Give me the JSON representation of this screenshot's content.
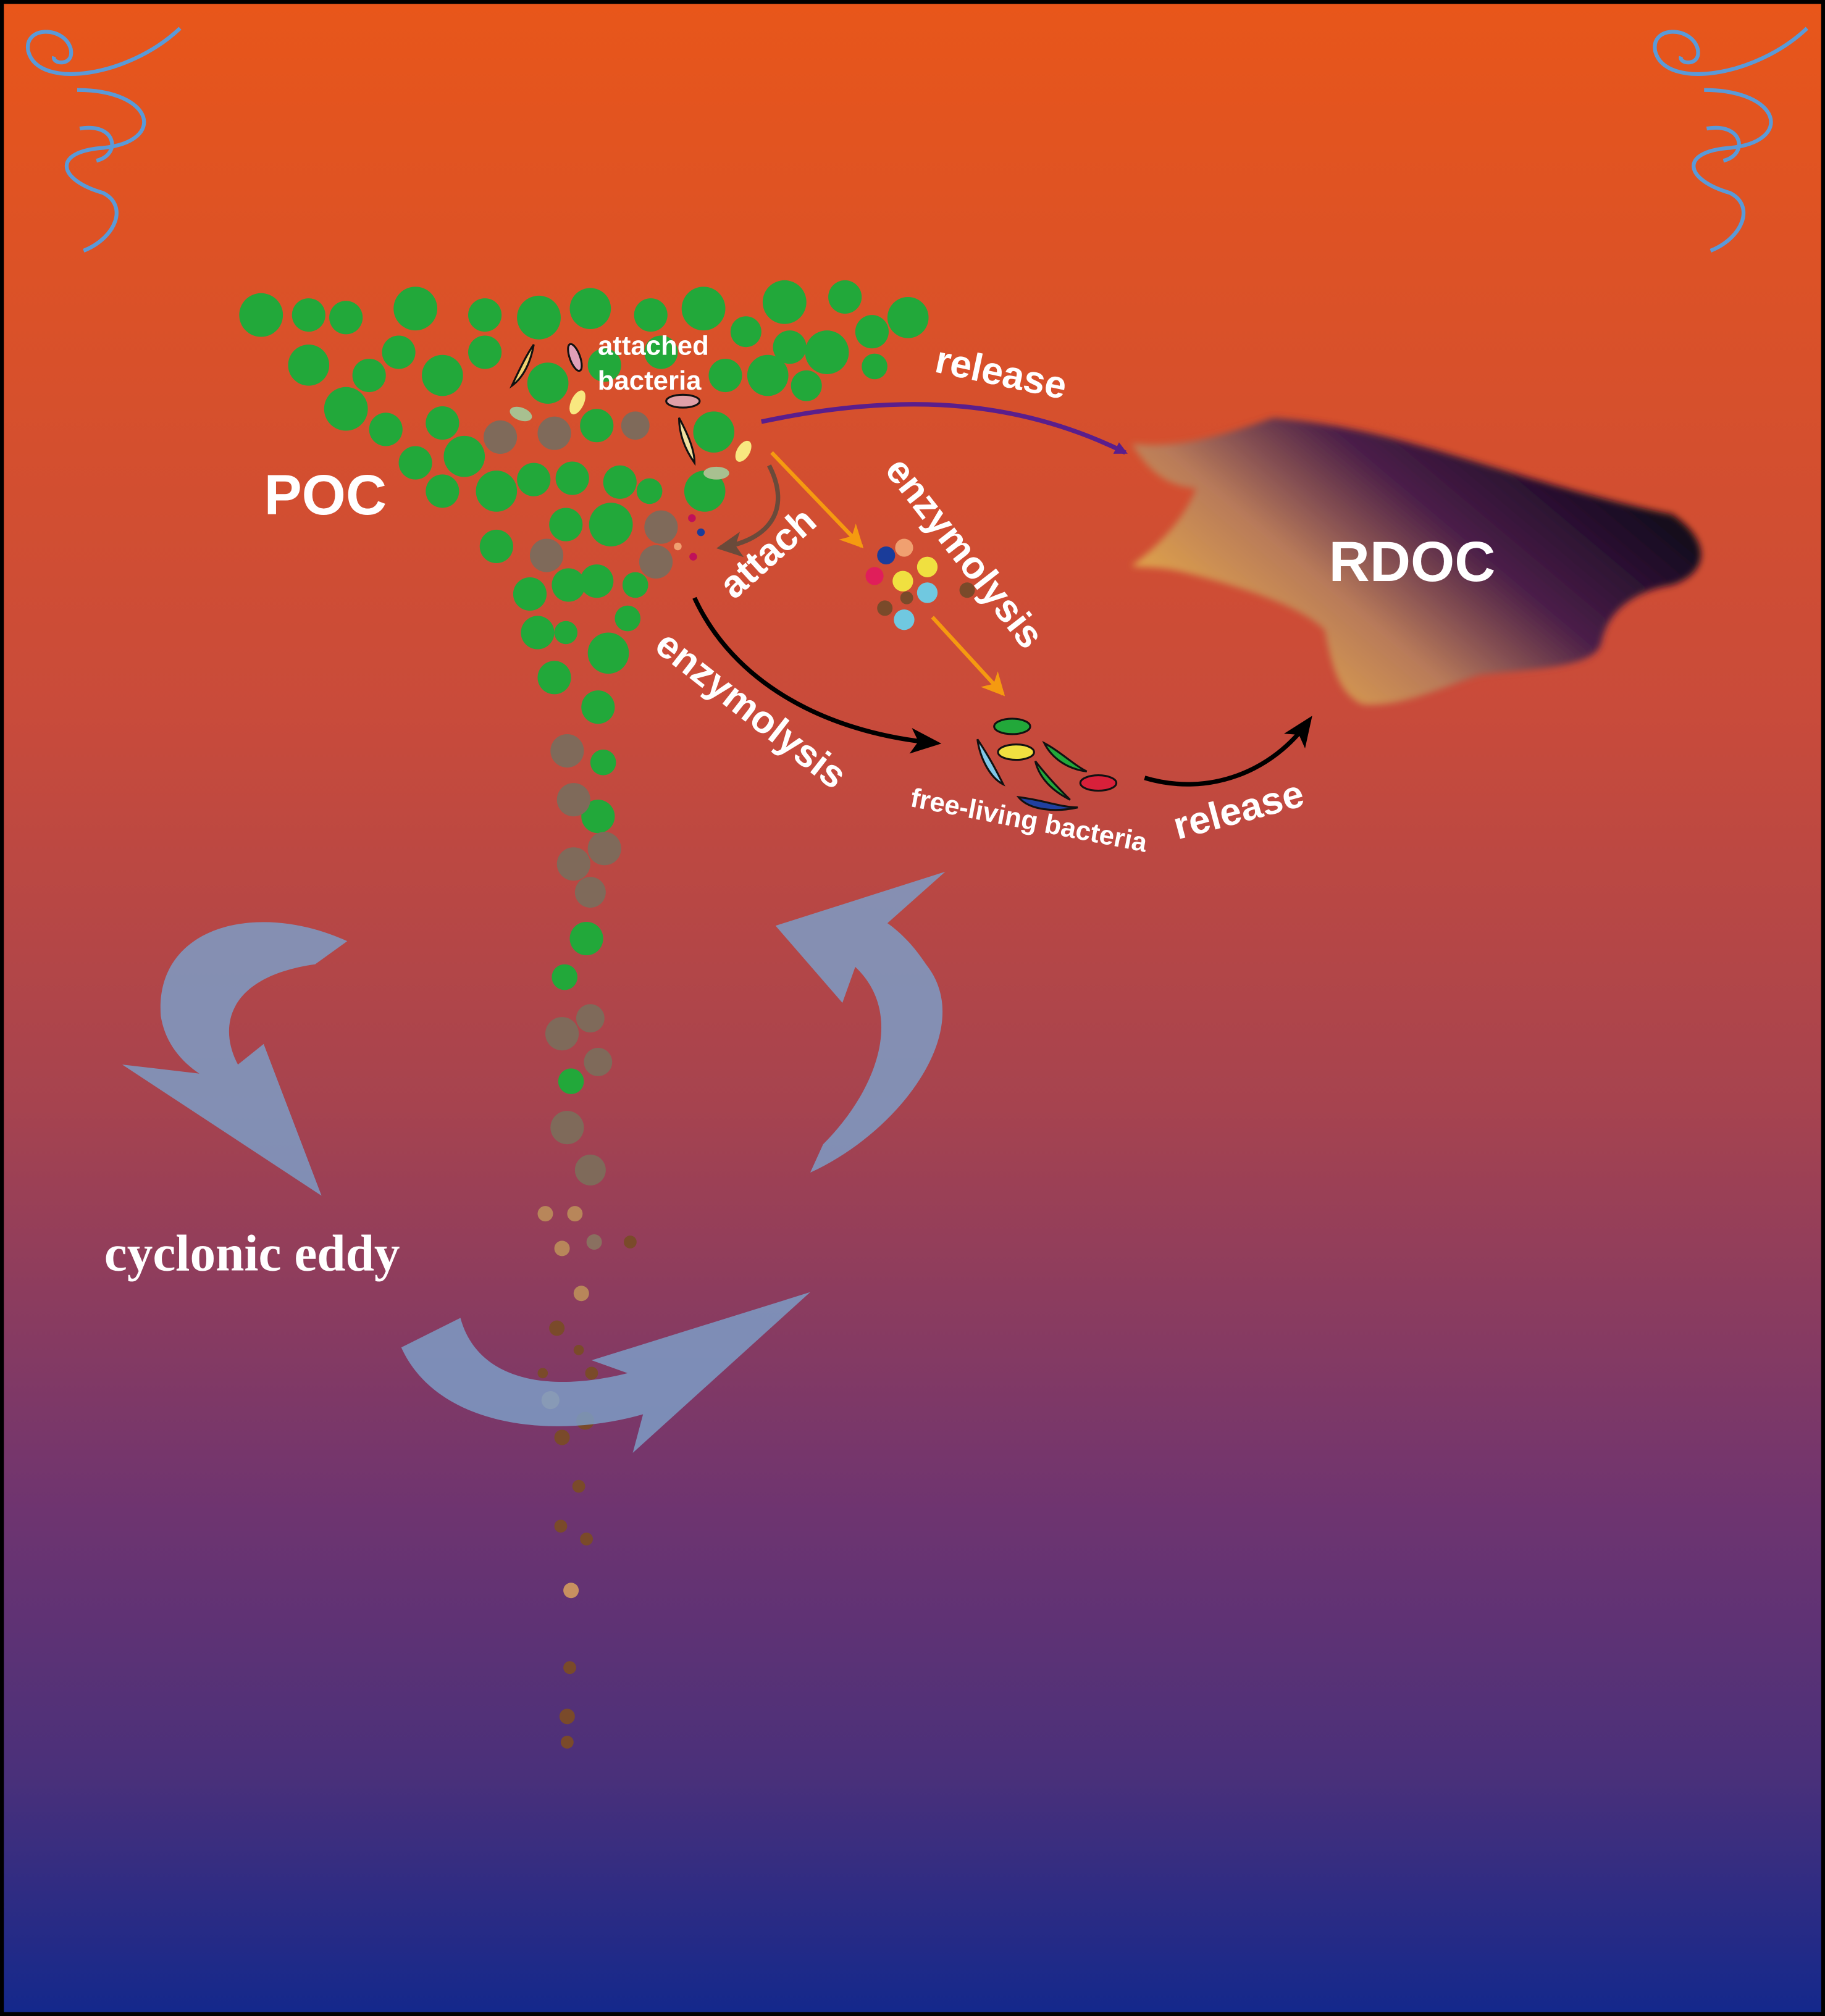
{
  "labels": {
    "attached_line1": "attached",
    "attached_line2": "bacteria",
    "release_top": "release",
    "poc": "POC",
    "enzymolysis_right": "enzymolysis",
    "attach": "attach",
    "rdoc": "RDOC",
    "enzymolysis_left": "enzymolysis",
    "free_living": "free-living bacteria",
    "release_bottom": "release",
    "cyclonic_eddy": "cyclonic eddy"
  },
  "colors": {
    "background_top": "#E8561A",
    "background_mid": "#C24A42",
    "background_low": "#6A3274",
    "background_bottom": "#16288A",
    "poc_particle": "#22A83A",
    "degraded_particle": "#7F6A5A",
    "release_arrow_top": "#5A1E8C",
    "enzymolysis_arrow": "#F59A10",
    "eddy_arrow": "#7C9CC6",
    "rdoc_light": "#F2B040",
    "rdoc_dark": "#1A0A22"
  }
}
